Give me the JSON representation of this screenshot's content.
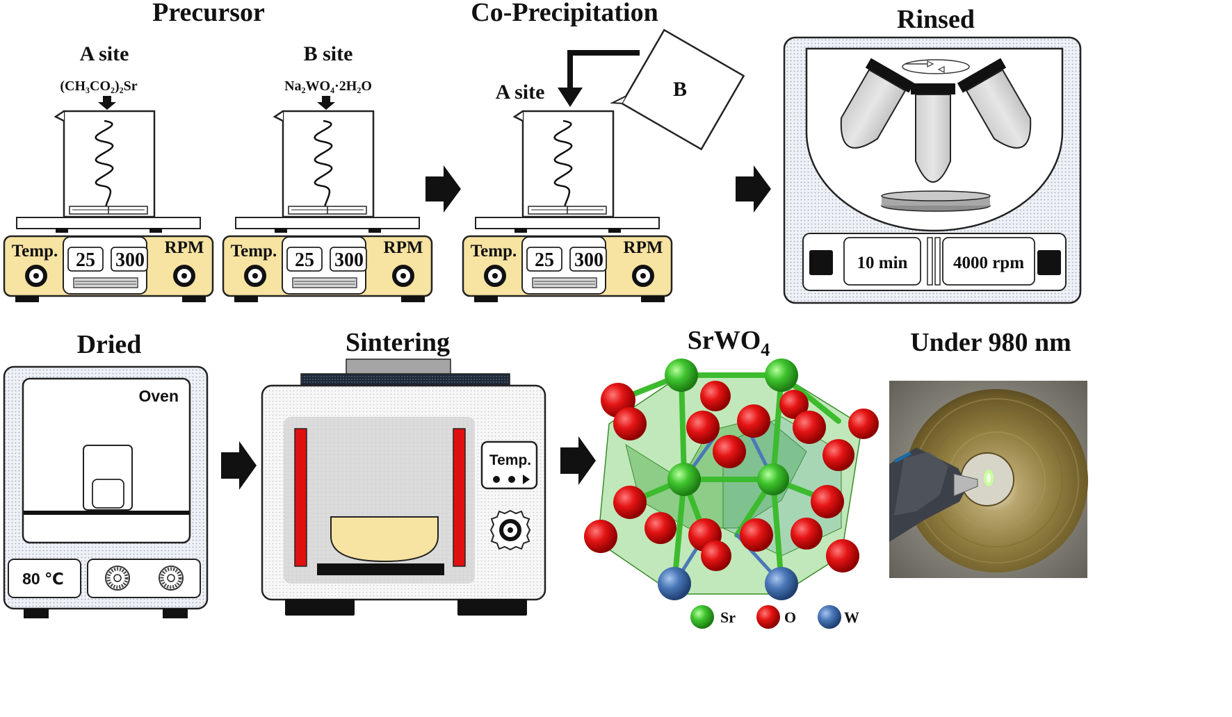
{
  "titles": {
    "precursor": "Precursor",
    "co_precipitation": "Co-Precipitation",
    "rinsed": "Rinsed",
    "dried": "Dried",
    "sintering": "Sintering",
    "product_base": "SrWO",
    "product_sub": "4",
    "under": "Under 980 nm"
  },
  "precursor": {
    "a_site": "A site",
    "b_site": "B site",
    "a_chem": "(CH₃CO₂)₂Sr",
    "b_chem": "Na₂WO₄·2H₂O"
  },
  "co_precipitation": {
    "a_site": "A site",
    "b_label": "B"
  },
  "stirrer": {
    "temp_label": "Temp.",
    "rpm_label": "RPM",
    "temp_value": "25",
    "rpm_value": "300"
  },
  "centrifuge": {
    "time": "10 min",
    "speed": "4000 rpm"
  },
  "oven": {
    "label": "Oven",
    "temperature": "80 ℃"
  },
  "furnace": {
    "temp_label": "Temp."
  },
  "legend": [
    {
      "label": "Sr",
      "color": "#3dc42c"
    },
    {
      "label": "O",
      "color": "#dd0a0a"
    },
    {
      "label": "W",
      "color": "#4a78b8"
    }
  ],
  "colors": {
    "stirrer_body": "#f7e3a2",
    "heater": "#e01010",
    "sample_boat": "#f7e3a2",
    "oxygen": "#dd0a0a",
    "strontium": "#3dc42c",
    "tungsten": "#4a78b8"
  }
}
